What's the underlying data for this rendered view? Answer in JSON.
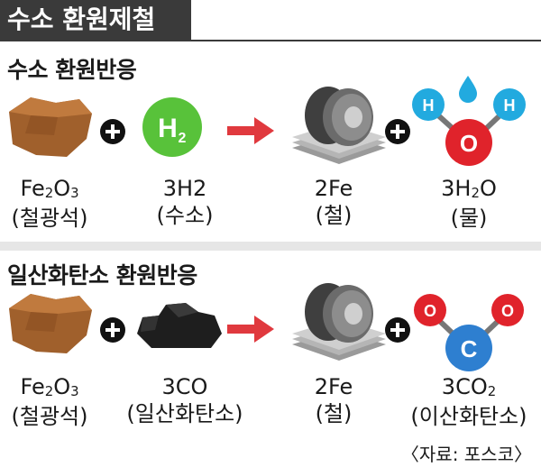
{
  "title": "수소 환원제철",
  "sections": [
    {
      "heading": "수소 환원반응",
      "items": [
        {
          "formula": "Fe2O3",
          "name": "(철광석)"
        },
        {
          "formula": "3H2",
          "name": "(수소)"
        },
        {
          "formula": "2Fe",
          "name": "(철)"
        },
        {
          "formula": "3H2O",
          "name": "(물)"
        }
      ]
    },
    {
      "heading": "일산화탄소 환원반응",
      "items": [
        {
          "formula": "Fe2O3",
          "name": "(철광석)"
        },
        {
          "formula": "3CO",
          "name": "(일산화탄소)"
        },
        {
          "formula": "2Fe",
          "name": "(철)"
        },
        {
          "formula": "3CO2",
          "name": "(이산화탄소)"
        }
      ]
    }
  ],
  "icon_text": {
    "h2": "H",
    "h2_sub": "2",
    "h_atom": "H",
    "o_atom": "O",
    "c_atom": "C"
  },
  "source": "〈자료: 포스코〉",
  "colors": {
    "title_bg": "#3a3a3a",
    "ore": "#a0602c",
    "hydrogen": "#58c23a",
    "arrow": "#e0393e",
    "oxygen": "#e0232b",
    "h_atom": "#22aadf",
    "c_atom": "#2e7fd0",
    "water_drop": "#22aadf"
  }
}
